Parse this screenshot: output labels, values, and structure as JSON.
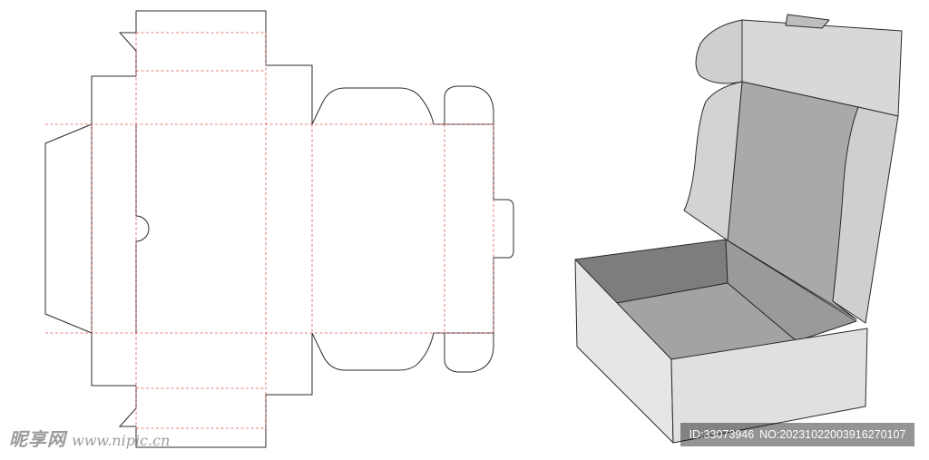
{
  "watermark": {
    "site_name": "昵享网",
    "site_url": "www.nipic.cn"
  },
  "image_id": {
    "id_text": "ID:33073946",
    "no_text": "NO:20231022003916270107"
  },
  "colors": {
    "cut_line": "#2b2b2b",
    "fold_line": "#e05555",
    "box_light": "#e6e6e6",
    "box_mid": "#d2d2d2",
    "box_inner": "#a9a9a9",
    "box_dark": "#7d7d7d"
  }
}
